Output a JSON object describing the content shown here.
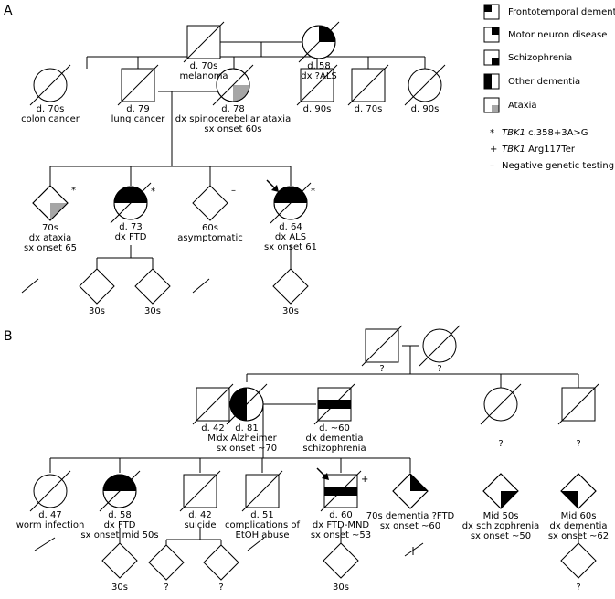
{
  "panels": {
    "a": "A",
    "b": "B"
  },
  "colors": {
    "affected_black": "#000000",
    "ataxia_gray": "#a6a6a6",
    "line": "#000000"
  },
  "legend": {
    "items": [
      {
        "label": "Frontotemporal dementia",
        "quadrant": "top-left",
        "icon": "ftd-legend-icon"
      },
      {
        "label": "Motor neuron disease",
        "quadrant": "top-right",
        "icon": "mnd-legend-icon"
      },
      {
        "label": "Schizophrenia",
        "quadrant": "bottom-right",
        "icon": "schizophrenia-legend-icon"
      },
      {
        "label": "Other dementia",
        "quadrant": "left-half",
        "icon": "other-dementia-legend-icon"
      },
      {
        "label": "Ataxia",
        "quadrant": "bottom-right-gray",
        "icon": "ataxia-legend-icon"
      }
    ],
    "notes": [
      {
        "mark": "*",
        "gene": "TBK1",
        "variant": " c.358+3A>G"
      },
      {
        "mark": "+",
        "gene": "TBK1",
        "variant": " Arg117Ter"
      },
      {
        "mark": "–",
        "gene": "",
        "variant": "Negative genetic testing"
      }
    ]
  },
  "labels": {
    "a_gf": [
      "d. 70s",
      "melanoma"
    ],
    "a_gm": [
      "d. 58",
      "dx ?ALS"
    ],
    "a_c1": [
      "d. 70s",
      "colon cancer"
    ],
    "a_c2": [
      "d. 79",
      "lung cancer"
    ],
    "a_c3": [
      "d. 78",
      "dx spinocerebellar ataxia",
      "sx onset 60s"
    ],
    "a_c4": [
      "d. 90s"
    ],
    "a_c5": [
      "d. 70s"
    ],
    "a_c6": [
      "d. 90s"
    ],
    "a_d1": [
      "70s",
      "dx ataxia",
      "sx onset 65"
    ],
    "a_d2": [
      "d. 73",
      "dx FTD"
    ],
    "a_d3": [
      "60s",
      "asymptomatic"
    ],
    "a_d4": [
      "d. 64",
      "dx ALS",
      "sx onset 61"
    ],
    "a_e1": [
      "30s"
    ],
    "a_e2": [
      "30s"
    ],
    "a_e3": [
      "30s"
    ],
    "b_gf": [
      "?"
    ],
    "b_gm": [
      "?"
    ],
    "b_p1": [
      "d. 42",
      "MI"
    ],
    "b_p2": [
      "d. 81",
      "dx Alzheimer",
      "sx onset ~70"
    ],
    "b_p3": [
      "d. ~60",
      "dx dementia",
      "schizophrenia"
    ],
    "b_p4": [
      "?"
    ],
    "b_p5": [
      "?"
    ],
    "b_c1": [
      "d. 47",
      "worm infection"
    ],
    "b_c2": [
      "d. 58",
      "dx FTD",
      "sx onset mid 50s"
    ],
    "b_c3": [
      "d. 42",
      "suicide"
    ],
    "b_c4": [
      "d. 51",
      "complications of",
      "EtOH abuse"
    ],
    "b_c5": [
      "d. 60",
      "dx FTD-MND",
      "sx onset ~53"
    ],
    "b_c6": [
      "70s dementia ?FTD",
      "sx onset ~60"
    ],
    "b_c7": [
      "Mid 50s",
      "dx schizophrenia",
      "sx onset ~50"
    ],
    "b_c8": [
      "Mid 60s",
      "dx dementia",
      "sx onset ~62"
    ],
    "b_g1": [
      "30s"
    ],
    "b_g2": [
      "?"
    ],
    "b_g3": [
      "?"
    ],
    "b_g4": [
      "30s"
    ],
    "b_g5": [
      "?"
    ]
  },
  "marks": {
    "a_d1": "*",
    "a_d2": "*",
    "a_d3": "–",
    "a_d4": "*",
    "b_c5": "+"
  }
}
